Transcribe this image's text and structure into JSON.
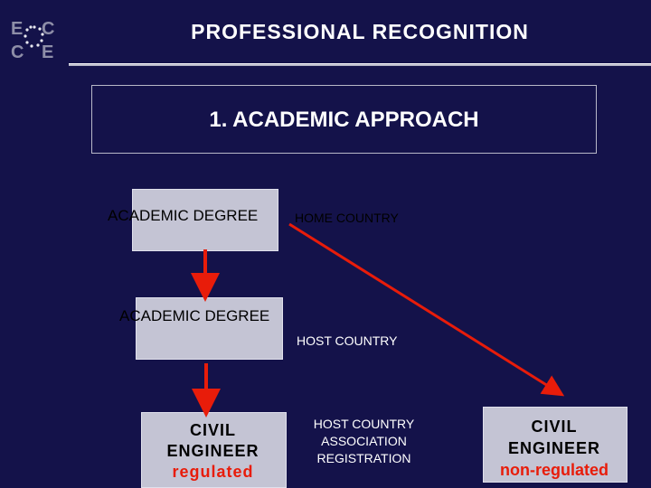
{
  "title": "PROFESSIONAL RECOGNITION",
  "approach": "1. ACADEMIC APPROACH",
  "home_degree_label": "ACADEMIC DEGREE",
  "home_country_label": "HOME COUNTRY",
  "host_degree_label": "ACADEMIC DEGREE",
  "host_country_label": "HOST COUNTRY",
  "civil_left": {
    "line1": "CIVIL",
    "line2": "ENGINEER",
    "status": "regulated"
  },
  "association": {
    "line1": "HOST COUNTRY",
    "line2": "ASSOCIATION",
    "line3": "REGISTRATION"
  },
  "civil_right": {
    "line1": "CIVIL",
    "line2": "ENGINEER",
    "status": "non-regulated"
  },
  "colors": {
    "background": "#14124a",
    "box": "#c4c4d4",
    "arrow": "#e81c0a"
  }
}
